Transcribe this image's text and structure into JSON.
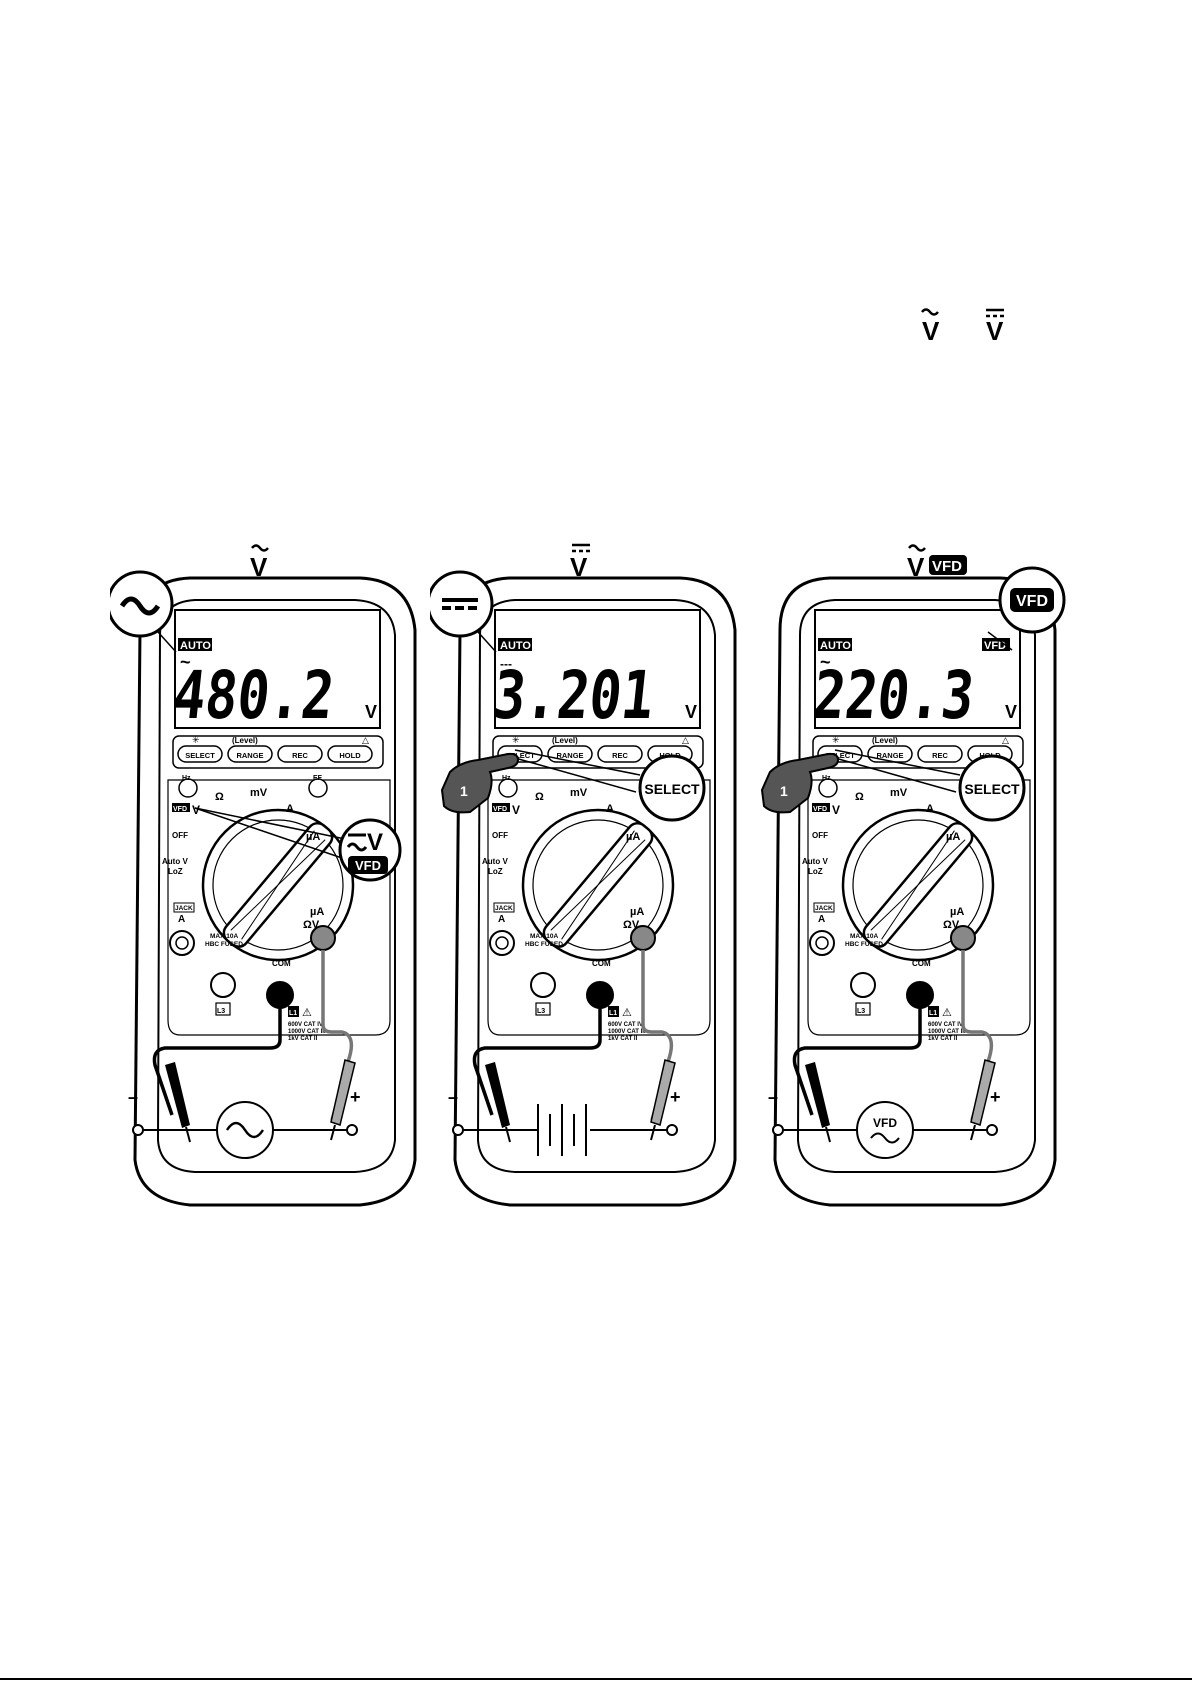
{
  "header_symbols": {
    "ac_v": "V",
    "dc_v": "V"
  },
  "meters": [
    {
      "mode_title": "V",
      "mode_badge": "",
      "callout_symbol": "ac",
      "lcd": {
        "auto": "AUTO",
        "vfd": "",
        "sign": "~",
        "reading": "480.2",
        "unit": "V"
      },
      "buttons": [
        "SELECT",
        "RANGE",
        "REC",
        "HOLD"
      ],
      "level_label": "(Level)",
      "dial": {
        "hz": "Hz",
        "ef": "EF",
        "mv": "mV",
        "vfd": "VFD",
        "v": "V",
        "ohm": "Ω",
        "a": "A",
        "ua": "µA",
        "off": "OFF",
        "autov": "Auto V",
        "loz": "LoZ",
        "ohmv": "ΩV",
        "jack": "JACK",
        "amp": "A"
      },
      "knob_callout": {
        "line1": "V",
        "line2": "VFD"
      },
      "select_callout": "",
      "step": "",
      "terminals": {
        "max": "MAX 10A",
        "fused": "HBC FUSED",
        "com": "COM",
        "l3": "L3",
        "l1": "L1",
        "cat1": "600V CAT IV",
        "cat2": "1000V CAT III",
        "cat3": "1kV CAT II"
      },
      "source": "ac",
      "source_label": "",
      "minus": "–",
      "plus": "+"
    },
    {
      "mode_title": "V",
      "mode_badge": "",
      "callout_symbol": "dc",
      "lcd": {
        "auto": "AUTO",
        "vfd": "",
        "sign": "---",
        "reading": "3.201",
        "unit": "V"
      },
      "buttons": [
        "SELECT",
        "RANGE",
        "REC",
        "HOLD"
      ],
      "level_label": "(Level)",
      "dial": {
        "hz": "Hz",
        "ef": "",
        "mv": "mV",
        "vfd": "VFD",
        "v": "V",
        "ohm": "Ω",
        "a": "A",
        "ua": "µA",
        "off": "OFF",
        "autov": "Auto V",
        "loz": "LoZ",
        "ohmv": "ΩV",
        "jack": "JACK",
        "amp": "A"
      },
      "knob_callout": {
        "line1": "",
        "line2": ""
      },
      "select_callout": "SELECT",
      "step": "1",
      "terminals": {
        "max": "MAX 10A",
        "fused": "HBC FUSED",
        "com": "COM",
        "l3": "L3",
        "l1": "L1",
        "cat1": "600V CAT IV",
        "cat2": "1000V CAT III",
        "cat3": "1kV CAT II"
      },
      "source": "dc",
      "source_label": "",
      "minus": "–",
      "plus": "+"
    },
    {
      "mode_title": "V",
      "mode_badge": "VFD",
      "callout_symbol": "vfd",
      "lcd": {
        "auto": "AUTO",
        "vfd": "VFD",
        "sign": "~",
        "reading": "220.3",
        "unit": "V"
      },
      "buttons": [
        "SELECT",
        "RANGE",
        "REC",
        "HOLD"
      ],
      "level_label": "(Level)",
      "dial": {
        "hz": "Hz",
        "ef": "",
        "mv": "mV",
        "vfd": "VFD",
        "v": "V",
        "ohm": "Ω",
        "a": "A",
        "ua": "µA",
        "off": "OFF",
        "autov": "Auto V",
        "loz": "LoZ",
        "ohmv": "ΩV",
        "jack": "JACK",
        "amp": "A"
      },
      "knob_callout": {
        "line1": "",
        "line2": ""
      },
      "select_callout": "SELECT",
      "step": "1",
      "terminals": {
        "max": "MAX 10A",
        "fused": "HBC FUSED",
        "com": "COM",
        "l3": "L3",
        "l1": "L1",
        "cat1": "600V CAT IV",
        "cat2": "1000V CAT III",
        "cat3": "1kV CAT II"
      },
      "source": "vfd",
      "source_label": "VFD",
      "minus": "–",
      "plus": "+"
    }
  ]
}
